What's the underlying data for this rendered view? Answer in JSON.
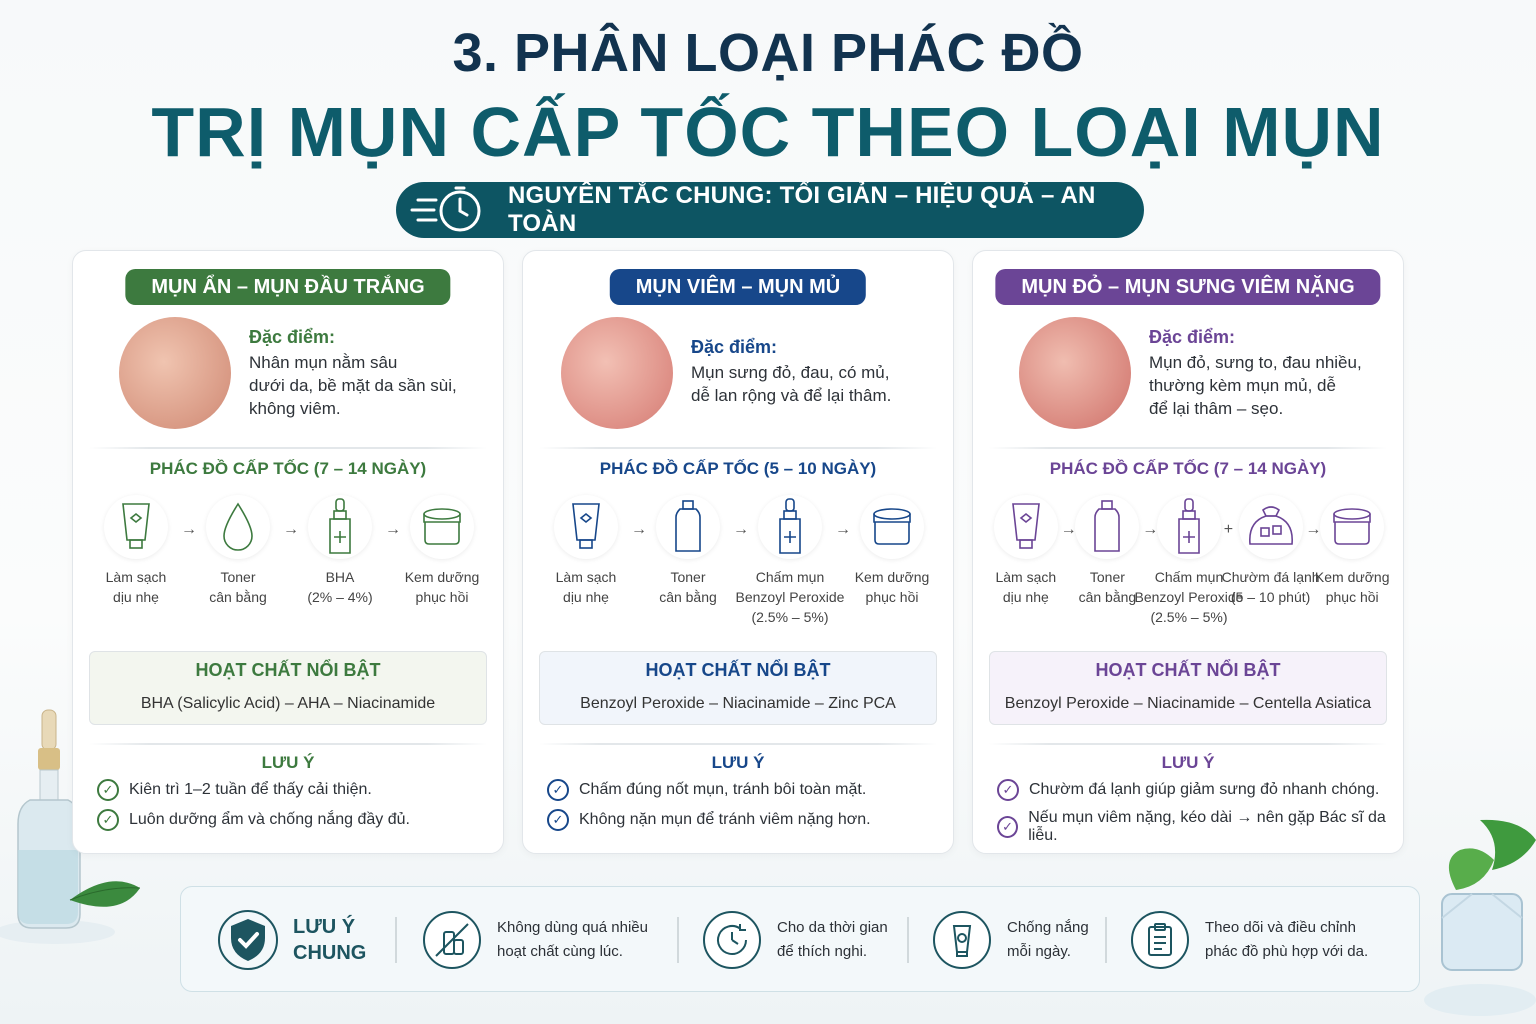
{
  "header": {
    "title_line1": "3. PHÂN LOẠI PHÁC ĐỒ",
    "title_line2": "TRỊ MỤN CẤP TỐC THEO LOẠI MỤN",
    "banner": "NGUYÊN TẮC CHUNG: TỐI GIẢN – HIỆU QUẢ – AN TOÀN"
  },
  "cards": [
    {
      "title": "MỤN ẨN – MỤN ĐẦU TRẮNG",
      "color": "#3d7a3f",
      "feature_heading": "Đặc điểm:",
      "feature_lines": [
        "Nhân mụn nằm sâu",
        "dưới da, bề mặt da sần sùi,",
        "không viêm."
      ],
      "regimen_title": "PHÁC ĐỒ CẤP TỐC (7 – 14 NGÀY)",
      "steps": [
        {
          "icon": "tube-icon",
          "lines": [
            "Làm sạch",
            "dịu nhẹ"
          ]
        },
        {
          "icon": "droplet-icon",
          "lines": [
            "Toner",
            "cân bằng"
          ]
        },
        {
          "icon": "dropper-bottle-icon",
          "lines": [
            "BHA",
            "(2% – 4%)"
          ]
        },
        {
          "icon": "cream-jar-icon",
          "lines": [
            "Kem dưỡng",
            "phục hồi"
          ]
        }
      ],
      "arrows": [
        "→",
        "→",
        "→"
      ],
      "active_heading": "HOẠT CHẤT NỔI BẬT",
      "active_value": "BHA (Salicylic Acid) – AHA – Niacinamide",
      "note_heading": "LƯU Ý",
      "notes": [
        "Kiên trì 1–2 tuần để thấy cải thiện.",
        "Luôn dưỡng ẩm và chống nắng đầy đủ."
      ]
    },
    {
      "title": "MỤN VIÊM – MỤN MỦ",
      "color": "#17478a",
      "feature_heading": "Đặc điểm:",
      "feature_lines": [
        "Mụn sưng đỏ, đau, có mủ,",
        "dễ lan rộng và để lại thâm."
      ],
      "regimen_title": "PHÁC ĐỒ CẤP TỐC (5 – 10 NGÀY)",
      "steps": [
        {
          "icon": "tube-icon",
          "lines": [
            "Làm sạch",
            "dịu nhẹ"
          ]
        },
        {
          "icon": "toner-bottle-icon",
          "lines": [
            "Toner",
            "cân bằng"
          ]
        },
        {
          "icon": "dropper-bottle-icon",
          "lines": [
            "Chấm mụn",
            "Benzoyl Peroxide",
            "(2.5% – 5%)"
          ]
        },
        {
          "icon": "cream-jar-icon",
          "lines": [
            "Kem dưỡng",
            "phục hồi"
          ]
        }
      ],
      "arrows": [
        "→",
        "→",
        "→"
      ],
      "active_heading": "HOẠT CHẤT NỔI BẬT",
      "active_value": "Benzoyl Peroxide – Niacinamide – Zinc PCA",
      "note_heading": "LƯU Ý",
      "notes": [
        "Chấm đúng nốt mụn, tránh bôi toàn mặt.",
        "Không nặn mụn để tránh viêm nặng hơn."
      ]
    },
    {
      "title": "MỤN ĐỎ – MỤN SƯNG VIÊM NẶNG",
      "color": "#6b4596",
      "feature_heading": "Đặc điểm:",
      "feature_lines": [
        "Mụn đỏ, sưng to, đau nhiều,",
        "thường kèm mụn mủ, dễ",
        "để lại thâm – sẹo."
      ],
      "regimen_title": "PHÁC ĐỒ CẤP TỐC (7 – 14 NGÀY)",
      "steps": [
        {
          "icon": "tube-icon",
          "lines": [
            "Làm sạch",
            "dịu nhẹ"
          ]
        },
        {
          "icon": "toner-bottle-icon",
          "lines": [
            "Toner",
            "cân bằng"
          ]
        },
        {
          "icon": "dropper-bottle-icon",
          "lines": [
            "Chấm mụn",
            "Benzoyl Peroxide",
            "(2.5% – 5%)"
          ]
        },
        {
          "icon": "ice-pack-icon",
          "lines": [
            "Chườm đá lạnh",
            "(5 – 10 phút)"
          ]
        },
        {
          "icon": "cream-jar-icon",
          "lines": [
            "Kem dưỡng",
            "phục hồi"
          ]
        }
      ],
      "arrows": [
        "→",
        "→",
        "+",
        "→"
      ],
      "active_heading": "HOẠT CHẤT NỔI BẬT",
      "active_value": "Benzoyl Peroxide – Niacinamide – Centella Asiatica",
      "note_heading": "LƯU Ý",
      "notes": [
        "Chườm đá lạnh giúp giảm sưng đỏ nhanh chóng.",
        "Nếu mụn viêm nặng, kéo dài → nên gặp Bác sĩ da liễu."
      ]
    }
  ],
  "footer": {
    "heading_line1": "LƯU Ý",
    "heading_line2": "CHUNG",
    "tips": [
      {
        "icon": "no-products-icon",
        "lines": [
          "Không dùng quá nhiều",
          "hoạt chất cùng lúc."
        ]
      },
      {
        "icon": "cycle-clock-icon",
        "lines": [
          "Cho da thời gian",
          "để thích nghi."
        ]
      },
      {
        "icon": "sunscreen-icon",
        "lines": [
          "Chống nắng",
          "mỗi ngày."
        ]
      },
      {
        "icon": "clipboard-icon",
        "lines": [
          "Theo dõi và điều chỉnh",
          "phác đồ phù hợp với da."
        ]
      }
    ]
  }
}
